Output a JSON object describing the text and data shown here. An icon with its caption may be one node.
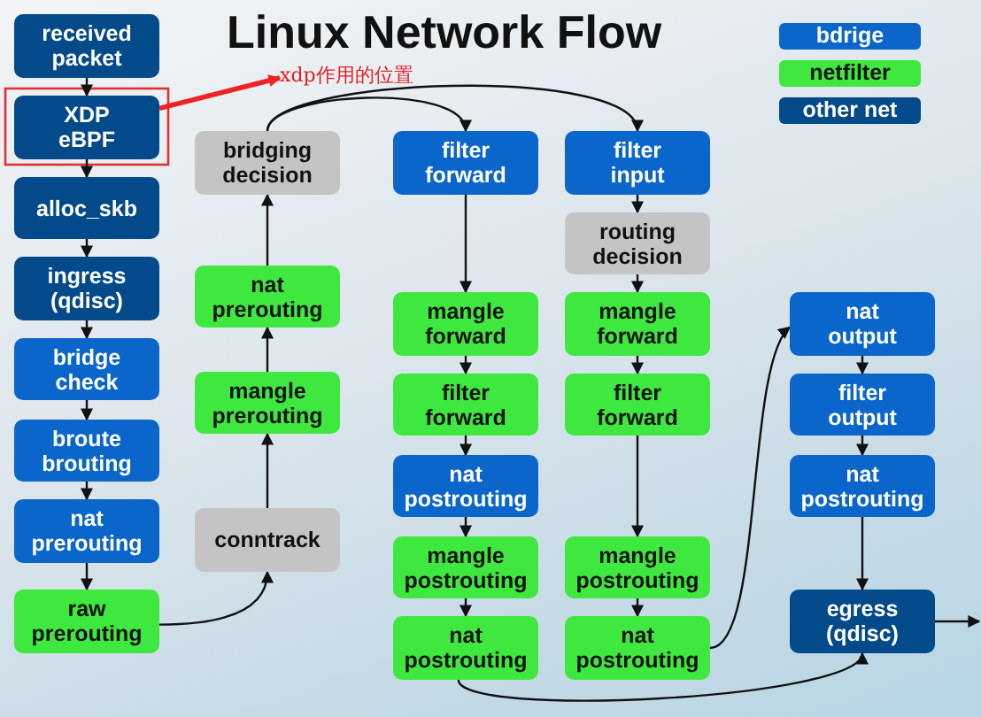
{
  "diagram": {
    "title": "Linux Network Flow",
    "nodes": [
      {
        "text": [
          "received packet"
        ]
      },
      {
        "text": [
          "XDP eBPF"
        ]
      },
      {
        "text": [
          "alloc_skb"
        ]
      },
      {
        "text": [
          "ingress (qdisc)"
        ]
      },
      {
        "text": [
          "bridge check"
        ]
      },
      {
        "text": [
          "broute brouting"
        ]
      },
      {
        "text": [
          "nat prerouting"
        ]
      },
      {
        "text": [
          "raw prerouting"
        ]
      },
      {
        "text": [
          "bridging decision"
        ]
      },
      {
        "text": [
          "nat prerouting"
        ]
      },
      {
        "text": [
          "mangle prerouting"
        ]
      },
      {
        "text": [
          "conntrack"
        ]
      },
      {
        "text": [
          "filter forward"
        ]
      },
      {
        "text": [
          "mangle forward"
        ]
      },
      {
        "text": [
          "filter forward"
        ]
      },
      {
        "text": [
          "nat postrouting"
        ]
      },
      {
        "text": [
          "mangle postrouting"
        ]
      },
      {
        "text": [
          "nat postrouting"
        ]
      },
      {
        "text": [
          "filter input"
        ]
      },
      {
        "text": [
          "routing decision"
        ]
      },
      {
        "text": [
          "mangle forward"
        ]
      },
      {
        "text": [
          "filter forward"
        ]
      },
      {
        "text": [
          "mangle postrouting"
        ]
      },
      {
        "text": [
          "nat postrouting"
        ]
      },
      {
        "text": [
          "nat output"
        ]
      },
      {
        "text": [
          "filter output"
        ]
      },
      {
        "text": [
          "nat postrouting"
        ]
      },
      {
        "text": [
          "egress (qdisc)"
        ]
      },
      {
        "text": [
          "xdp作用的位置"
        ]
      }
    ],
    "edges": [
      {
        "from": 0,
        "to": 1,
        "arrow": "to"
      },
      {
        "from": 1,
        "to": 2,
        "arrow": "to"
      },
      {
        "from": 2,
        "to": 3,
        "arrow": "to"
      },
      {
        "from": 3,
        "to": 4,
        "arrow": "to"
      },
      {
        "from": 4,
        "to": 5,
        "arrow": "to"
      },
      {
        "from": 5,
        "to": 6,
        "arrow": "to"
      },
      {
        "from": 6,
        "to": 7,
        "arrow": "to"
      },
      {
        "from": 7,
        "to": 11,
        "arrow": "to"
      },
      {
        "from": 11,
        "to": 10,
        "arrow": "to"
      },
      {
        "from": 10,
        "to": 9,
        "arrow": "to"
      },
      {
        "from": 9,
        "to": 8,
        "arrow": "to"
      },
      {
        "from": 8,
        "to": 12,
        "arrow": "to"
      },
      {
        "from": 8,
        "to": 18,
        "arrow": "to"
      },
      {
        "from": 12,
        "to": 13,
        "arrow": "to"
      },
      {
        "from": 13,
        "to": 14,
        "arrow": "to"
      },
      {
        "from": 14,
        "to": 15,
        "arrow": "to"
      },
      {
        "from": 15,
        "to": 16,
        "arrow": "to"
      },
      {
        "from": 16,
        "to": 17,
        "arrow": "to"
      },
      {
        "from": 18,
        "to": 19,
        "arrow": "to"
      },
      {
        "from": 19,
        "to": 20,
        "arrow": "to"
      },
      {
        "from": 20,
        "to": 21,
        "arrow": "to"
      },
      {
        "from": 21,
        "to": 22,
        "arrow": "to"
      },
      {
        "from": 22,
        "to": 23,
        "arrow": "to"
      },
      {
        "from": 23,
        "to": 24,
        "arrow": "to"
      },
      {
        "from": 17,
        "to": 27,
        "arrow": "to"
      },
      {
        "from": 24,
        "to": 25,
        "arrow": "to"
      },
      {
        "from": 25,
        "to": 26,
        "arrow": "to"
      },
      {
        "from": 26,
        "to": 27,
        "arrow": "to"
      },
      {
        "from": 27,
        "to": null,
        "arrow": "to"
      },
      {
        "from": 1,
        "to": 28,
        "arrow": "to",
        "style": "thick",
        "color": "#ee2222"
      }
    ],
    "legend": [
      {
        "text": "bdrige",
        "color": "#0b66cc"
      },
      {
        "text": "netfilter",
        "color": "#3ee83e"
      },
      {
        "text": "other net",
        "color": "#034a8a"
      }
    ]
  }
}
